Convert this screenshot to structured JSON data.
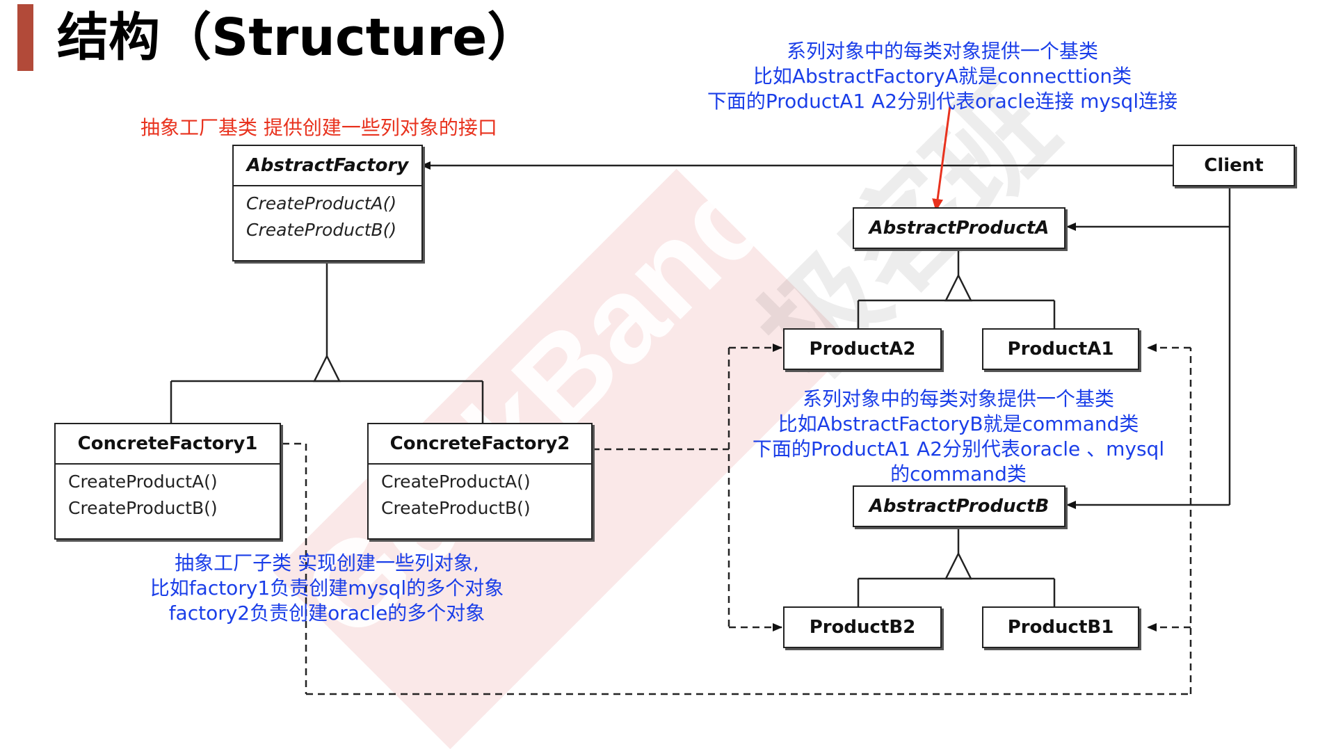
{
  "title": "结构（Structure）",
  "watermark": {
    "text": "GeekBand",
    "cn": "极客班"
  },
  "notes": {
    "abstract_factory": "抽象工厂基类 提供创建一些列对象的接口",
    "product_a_note": [
      "系列对象中的每类对象提供一个基类",
      "比如AbstractFactoryA就是connecttion类",
      "下面的ProductA1 A2分别代表oracle连接 mysql连接"
    ],
    "product_b_note": [
      "系列对象中的每类对象提供一个基类",
      "比如AbstractFactoryB就是command类",
      "下面的ProductA1 A2分别代表oracle 、mysql",
      "的command类"
    ],
    "concrete_note": [
      "抽象工厂子类 实现创建一些列对象,",
      "比如factory1负责创建mysql的多个对象",
      "factory2负责创建oracle的多个对象"
    ]
  },
  "classes": {
    "abstract_factory": {
      "name": "AbstractFactory",
      "ops": [
        "CreateProductA()",
        "CreateProductB()"
      ]
    },
    "concrete_factory1": {
      "name": "ConcreteFactory1",
      "ops": [
        "CreateProductA()",
        "CreateProductB()"
      ]
    },
    "concrete_factory2": {
      "name": "ConcreteFactory2",
      "ops": [
        "CreateProductA()",
        "CreateProductB()"
      ]
    },
    "client": {
      "name": "Client"
    },
    "abstract_product_a": {
      "name": "AbstractProductA"
    },
    "product_a2": {
      "name": "ProductA2"
    },
    "product_a1": {
      "name": "ProductA1"
    },
    "abstract_product_b": {
      "name": "AbstractProductB"
    },
    "product_b2": {
      "name": "ProductB2"
    },
    "product_b1": {
      "name": "ProductB1"
    }
  },
  "colors": {
    "accent_bar": "#b24a39",
    "red_note": "#e8321e",
    "blue_note": "#1a3ee8"
  }
}
